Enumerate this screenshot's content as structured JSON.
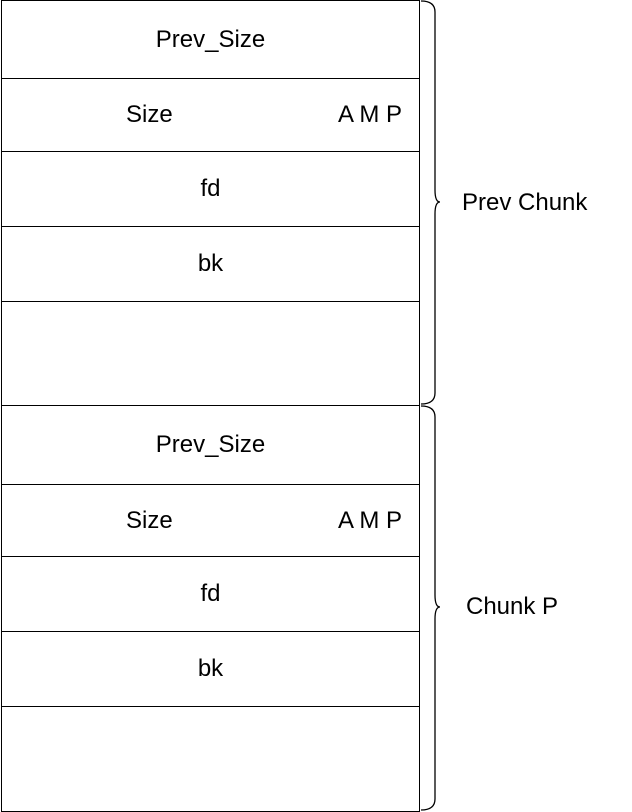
{
  "chunks": [
    {
      "label": "Prev Chunk",
      "fields": {
        "prev_size": "Prev_Size",
        "size": "Size",
        "flags": "A M P",
        "fd": "fd",
        "bk": "bk"
      }
    },
    {
      "label": "Chunk P",
      "fields": {
        "prev_size": "Prev_Size",
        "size": "Size",
        "flags": "A M P",
        "fd": "fd",
        "bk": "bk"
      }
    }
  ],
  "colors": {
    "stroke": "#000000",
    "background": "#ffffff"
  }
}
